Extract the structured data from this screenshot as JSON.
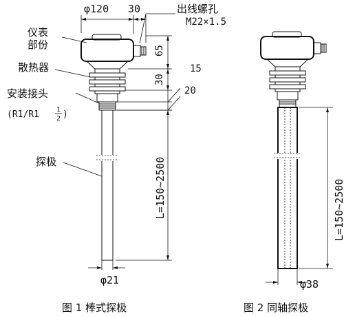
{
  "labels": {
    "dia120": "φ120",
    "w30": "30",
    "outlet_title": "出线螺孔",
    "outlet_spec": "M22×1.5",
    "instrument_l1": "仪表",
    "instrument_l2": "部份",
    "heatsink": "散热器",
    "fitting": "安装接头",
    "fitting_thread": "(R1/R1",
    "frac_num": "1",
    "frac_den": "2",
    "frac_close": ")",
    "probe": "探极",
    "h65": "65",
    "h30": "30",
    "h15": "15",
    "h20": "20",
    "len1": "L=150~2500",
    "dia21": "φ21",
    "len2": "L=150~2500",
    "dia38": "φ38",
    "fig1": "图 1 棒式探极",
    "fig2": "图 2 同轴探极"
  }
}
